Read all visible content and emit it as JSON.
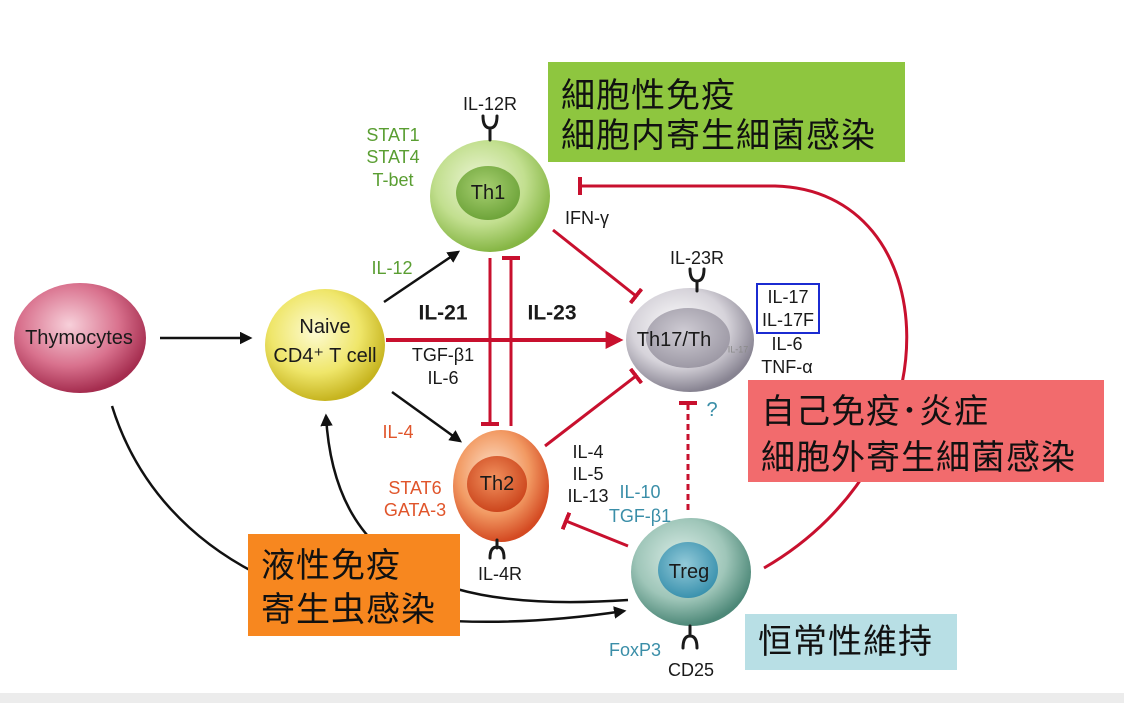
{
  "cells": {
    "thymocytes": {
      "label": "Thymocytes"
    },
    "naive": {
      "line1": "Naive",
      "line2": "CD4⁺ T cell"
    },
    "th1": {
      "label": "Th1",
      "receptor": "IL-12R",
      "factors": [
        "STAT1",
        "STAT4",
        "T-bet"
      ]
    },
    "th2": {
      "label": "Th2",
      "receptor": "IL-4R",
      "factors": [
        "STAT6",
        "GATA-3"
      ]
    },
    "th17": {
      "label": "Th17/Th",
      "subscript": "IL-17",
      "receptor": "IL-23R"
    },
    "treg": {
      "label": "Treg",
      "receptor": "CD25",
      "factor": "FoxP3"
    }
  },
  "cytokines": {
    "th1_inducer": "IL-12",
    "th2_inducer": "IL-4",
    "th17_inducers_bold": [
      "IL-21",
      "IL-23"
    ],
    "th17_inducers": [
      "TGF-β1",
      "IL-6"
    ],
    "th1_product": "IFN-γ",
    "th2_products": [
      "IL-4",
      "IL-5",
      "IL-13"
    ],
    "th17_products_boxed": [
      "IL-17",
      "IL-17F"
    ],
    "th17_products": [
      "IL-6",
      "TNF-α"
    ],
    "treg_products": [
      "IL-10",
      "TGF-β1"
    ],
    "treg_to_th17_mark": "?"
  },
  "callouts": {
    "th1": {
      "lines": [
        "細胞性免疫",
        "細胞内寄生細菌感染"
      ],
      "color": "#8ec63f"
    },
    "th17": {
      "lines": [
        "自己免疫･炎症",
        "細胞外寄生細菌感染"
      ],
      "color": "#f26b6d"
    },
    "th2": {
      "lines": [
        "液性免疫",
        "寄生虫感染"
      ],
      "color": "#f7871f"
    },
    "treg": {
      "lines": [
        "恒常性維持"
      ],
      "color": "#b8dfe5"
    }
  },
  "colors": {
    "activation": "#111111",
    "inhibition": "#c8102e",
    "th1_text": "#5a9e32",
    "th2_text": "#e0552b",
    "treg_text": "#3a8ea8",
    "boxed_border": "#1b2bd1"
  }
}
